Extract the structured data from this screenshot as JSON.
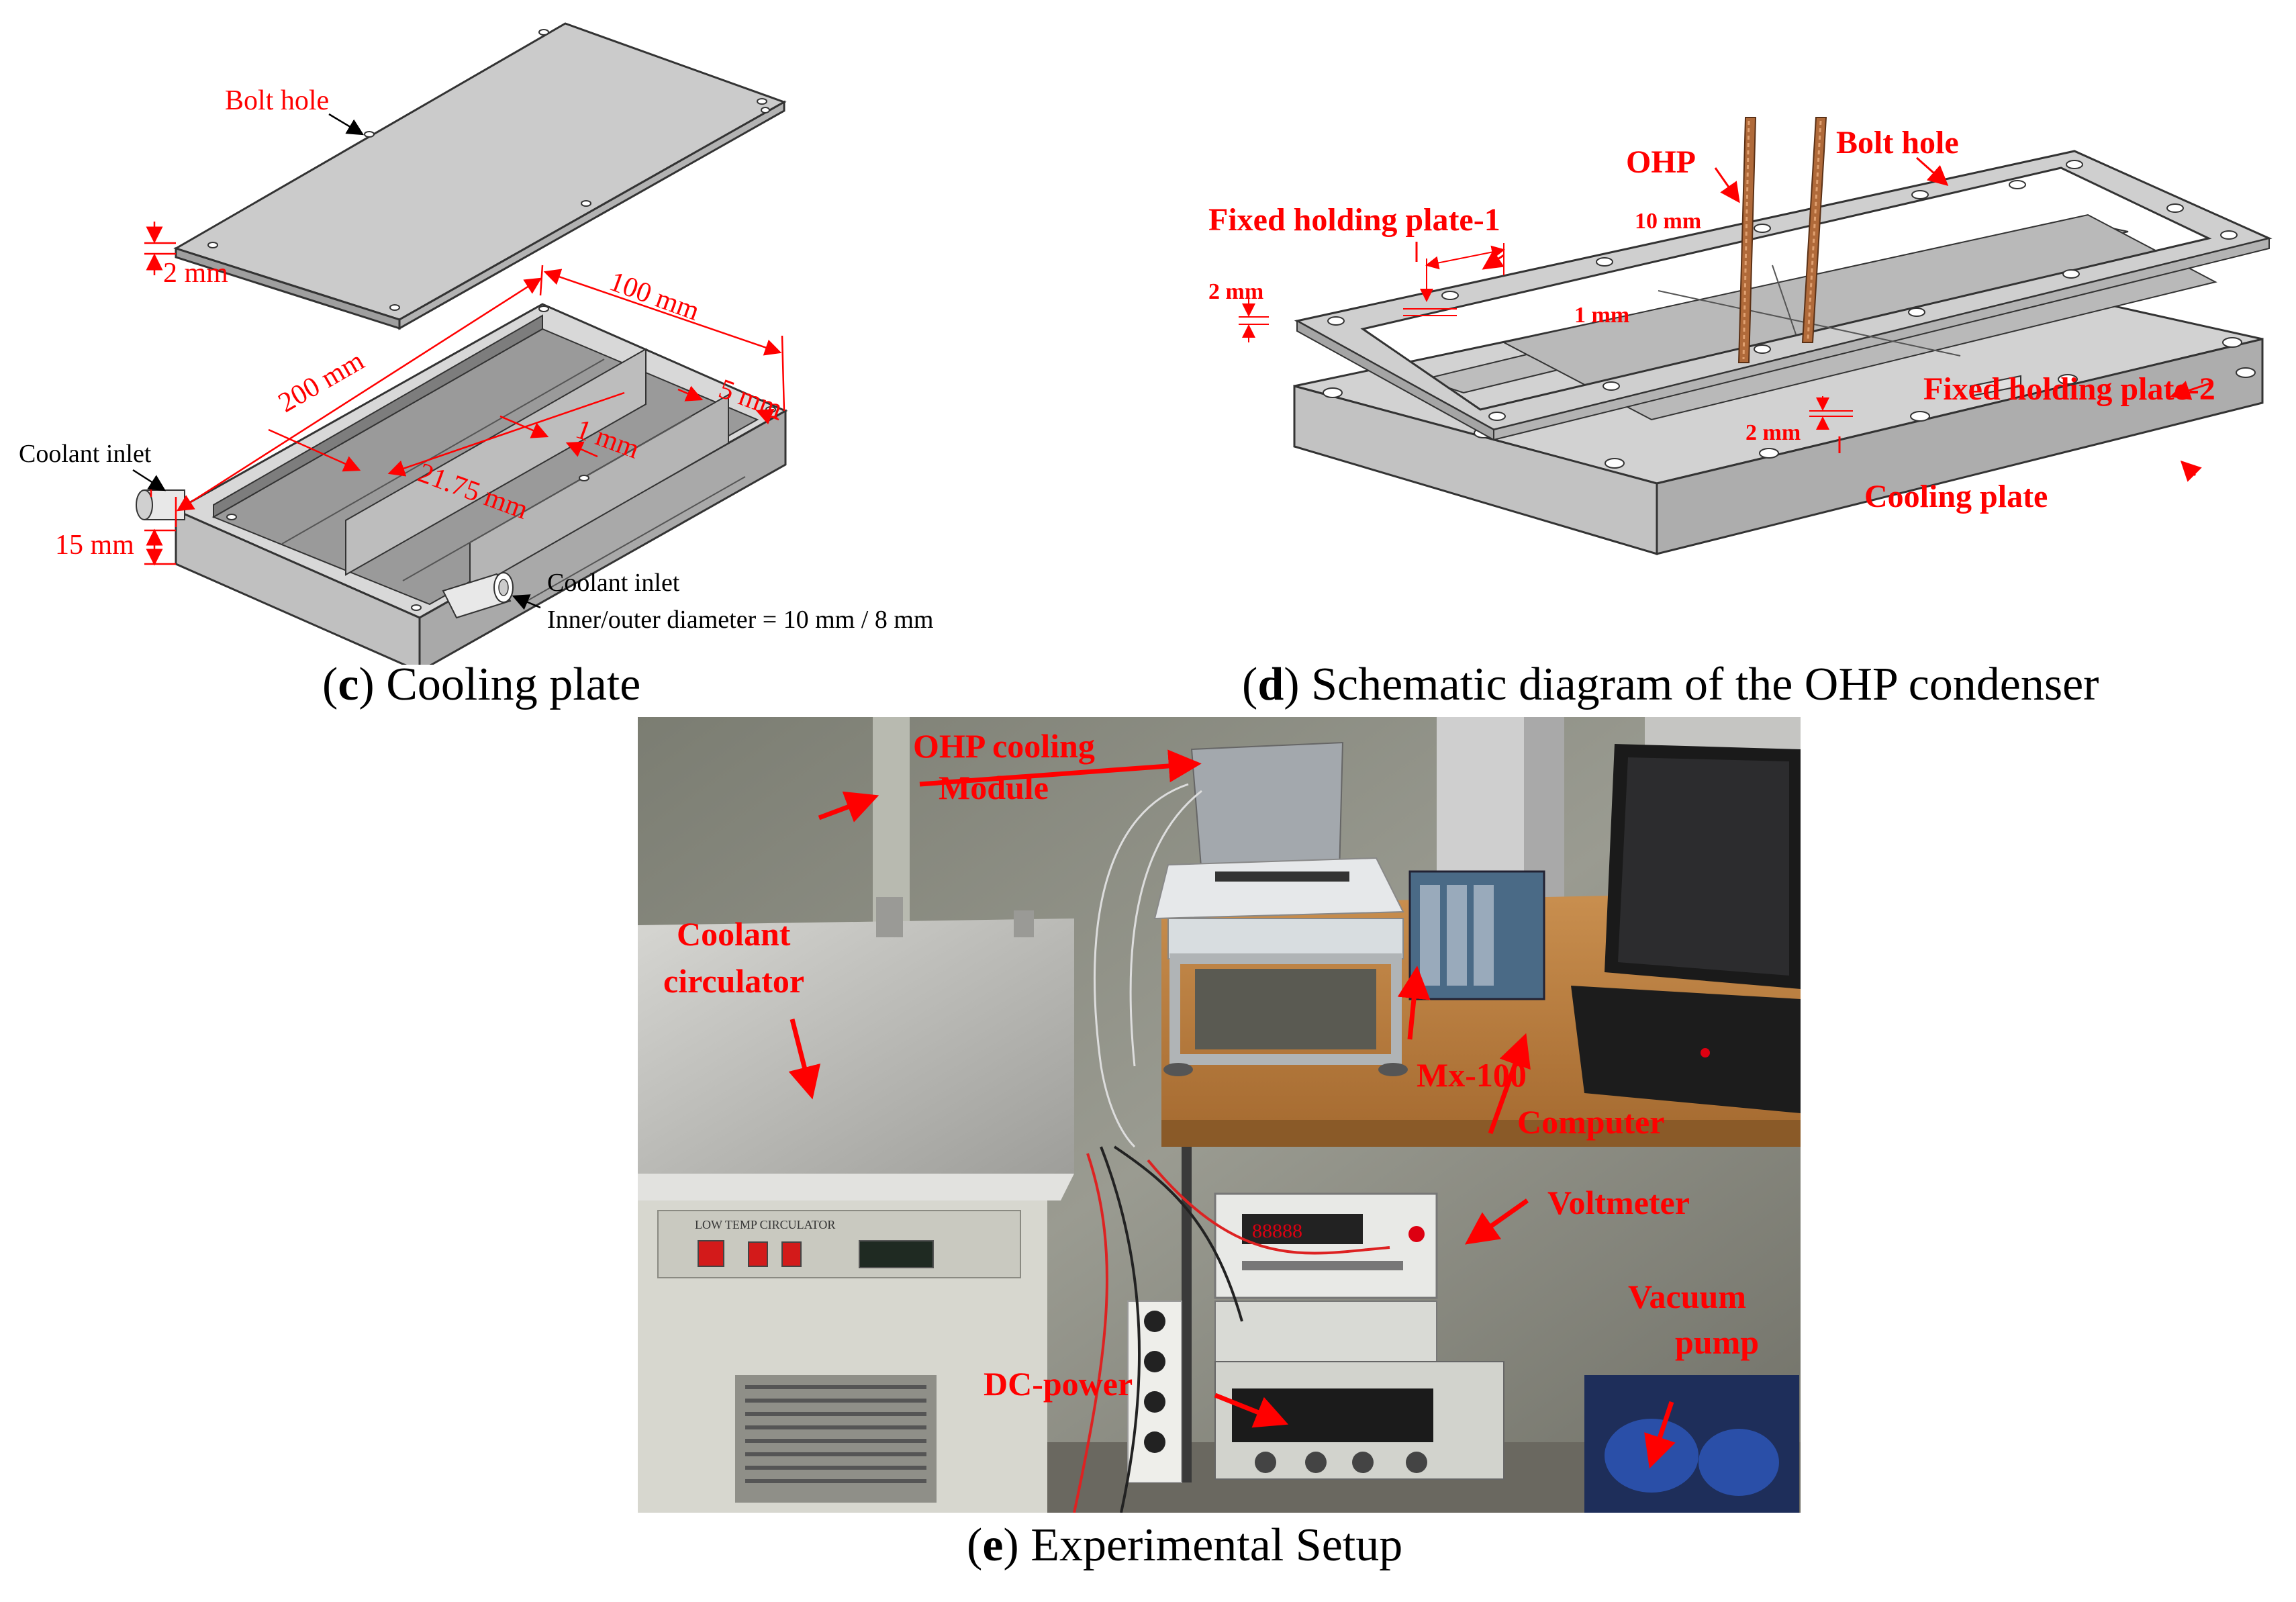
{
  "panel_c": {
    "letter": "c",
    "caption": "Cooling plate",
    "labels": {
      "bolt_hole": "Bolt hole",
      "lid_thickness": "2 mm",
      "length": "200  mm",
      "width": "100 mm",
      "wall": "5 mm",
      "fin": "1 mm",
      "channel": "21.75 mm",
      "coolant_inlet_1": "Coolant inlet",
      "height": "15 mm",
      "coolant_inlet_2": "Coolant inlet",
      "diameter": "Inner/outer diameter = 10 mm  / 8 mm"
    }
  },
  "panel_d": {
    "letter": "d",
    "caption": "Schematic diagram of the OHP condenser",
    "labels": {
      "ohp": "OHP",
      "bolt_hole": "Bolt hole",
      "fixed_plate_1": "Fixed holding plate-1",
      "dim_10mm": "10 mm",
      "dim_2mm_left": "2 mm",
      "dim_1mm": "1 mm",
      "fixed_plate_2": "Fixed holding plate-2",
      "dim_2mm_bottom": "2 mm",
      "cooling_plate": "Cooling plate"
    }
  },
  "panel_e": {
    "letter": "e",
    "caption": "Experimental Setup",
    "labels": {
      "ohp_module_1": "OHP cooling",
      "ohp_module_2": "Module",
      "coolant_1": "Coolant",
      "coolant_2": "circulator",
      "mx100": "Mx-100",
      "computer": "Computer",
      "voltmeter": "Voltmeter",
      "vacuum_1": "Vacuum",
      "vacuum_2": "pump",
      "dc_power": "DC-power",
      "circulator_panel": "LOW TEMP CIRCULATOR"
    }
  },
  "colors": {
    "annotation": "#ff0000",
    "plate_top": "#c9c9c9",
    "plate_side": "#a8a8a8",
    "copper": "#b06a3a"
  }
}
